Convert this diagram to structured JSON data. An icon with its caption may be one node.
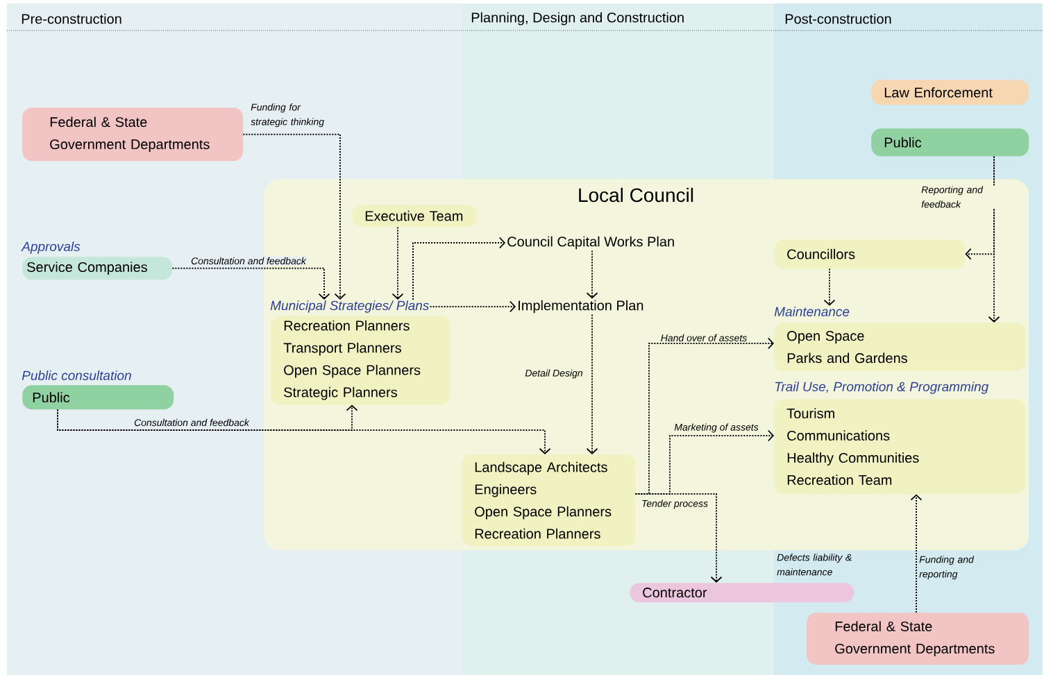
{
  "diagram": {
    "nodes": [
      {
        "text": [
          "Federal & State Government Departments"
        ]
      },
      {
        "text": [
          "Law Enforcement"
        ]
      },
      {
        "text": [
          "Public"
        ]
      },
      {
        "text": [
          "Local Council"
        ]
      },
      {
        "text": [
          "Approvals",
          "Service Companies"
        ]
      },
      {
        "text": [
          "Public consultation",
          "Public"
        ]
      },
      {
        "text": [
          "Executive Team"
        ],
        "in": 3
      },
      {
        "text": [
          "Council Capital Works Plan"
        ],
        "in": 3
      },
      {
        "text": [
          "Municipal Strategies/ Plans",
          "Recreation Planners",
          "Transport Planners",
          "Open Space Planners",
          "Strategic Planners"
        ],
        "in": 3
      },
      {
        "text": [
          "Implementation Plan"
        ],
        "in": 3
      },
      {
        "text": [
          "Councillors"
        ],
        "in": 3
      },
      {
        "text": [
          "Maintenance",
          "Open Space",
          "Parks and Gardens"
        ],
        "in": 3
      },
      {
        "text": [
          "Trail Use, Promotion & Programming",
          "Tourism",
          "Communications",
          "Healthy Communities",
          "Recreation Team"
        ],
        "in": 3
      },
      {
        "text": [
          "Landscape Architects",
          "Engineers",
          "Open Space Planners",
          "Recreation Planners"
        ],
        "in": 3
      },
      {
        "text": [
          "Contractor"
        ],
        "beside": [
          "Defects liability & maintenance"
        ]
      },
      {
        "text": [
          "Federal & State Government Departments"
        ]
      }
    ],
    "edges": [
      {
        "from": 0,
        "to": 8,
        "arrow": "to",
        "label": "Funding for strategic thinking"
      },
      {
        "from": 4,
        "to": 8,
        "arrow": "to",
        "label": "Consultation and feedback"
      },
      {
        "from": 6,
        "to": 8,
        "arrow": "to"
      },
      {
        "from": 8,
        "to": 7,
        "arrow": "to"
      },
      {
        "from": 7,
        "to": 9,
        "arrow": "to"
      },
      {
        "from": 8,
        "to": 9,
        "arrow": "to"
      },
      {
        "from": 9,
        "to": 13,
        "arrow": "to",
        "label": "Detail Design"
      },
      {
        "from": 5,
        "to": 8,
        "arrow": "to",
        "label": "Consultation and feedback"
      },
      {
        "from": 5,
        "to": 13,
        "arrow": "to"
      },
      {
        "from": 13,
        "to": 11,
        "arrow": "to",
        "label": "Hand over of assets"
      },
      {
        "from": 13,
        "to": 12,
        "arrow": "to",
        "label": "Marketing of assets"
      },
      {
        "from": 13,
        "to": 14,
        "arrow": "to",
        "label": "Tender process"
      },
      {
        "from": 2,
        "to": 10,
        "arrow": "to",
        "label": "Reporting and feedback"
      },
      {
        "from": 2,
        "to": 11,
        "arrow": "to"
      },
      {
        "from": 10,
        "to": 11,
        "arrow": "to"
      },
      {
        "from": 15,
        "to": 12,
        "arrow": "to",
        "label": "Funding and reporting"
      }
    ],
    "labels": [
      "Pre-construction",
      "Planning, Design and Construction",
      "Post-construction"
    ]
  }
}
